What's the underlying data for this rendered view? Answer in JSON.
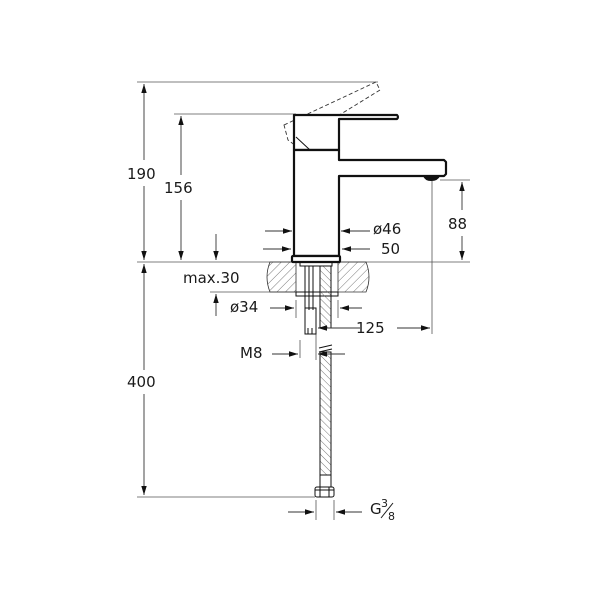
{
  "drawing": {
    "title": "Basin mixer technical drawing",
    "dimensions": {
      "overall_height": "190",
      "handle_height": "156",
      "spout_clearance": "88",
      "body_diameter": "ø46",
      "base_diameter": "50",
      "max_deck_thickness": "max.30",
      "shank_diameter": "ø34",
      "spout_reach": "125",
      "stud_thread": "M8",
      "hose_length": "400",
      "hose_connection_prefix": "G",
      "hose_connection_num": "3",
      "hose_connection_den": "8"
    },
    "colors": {
      "line": "#111111",
      "hatch": "#555555",
      "background": "#ffffff"
    }
  }
}
